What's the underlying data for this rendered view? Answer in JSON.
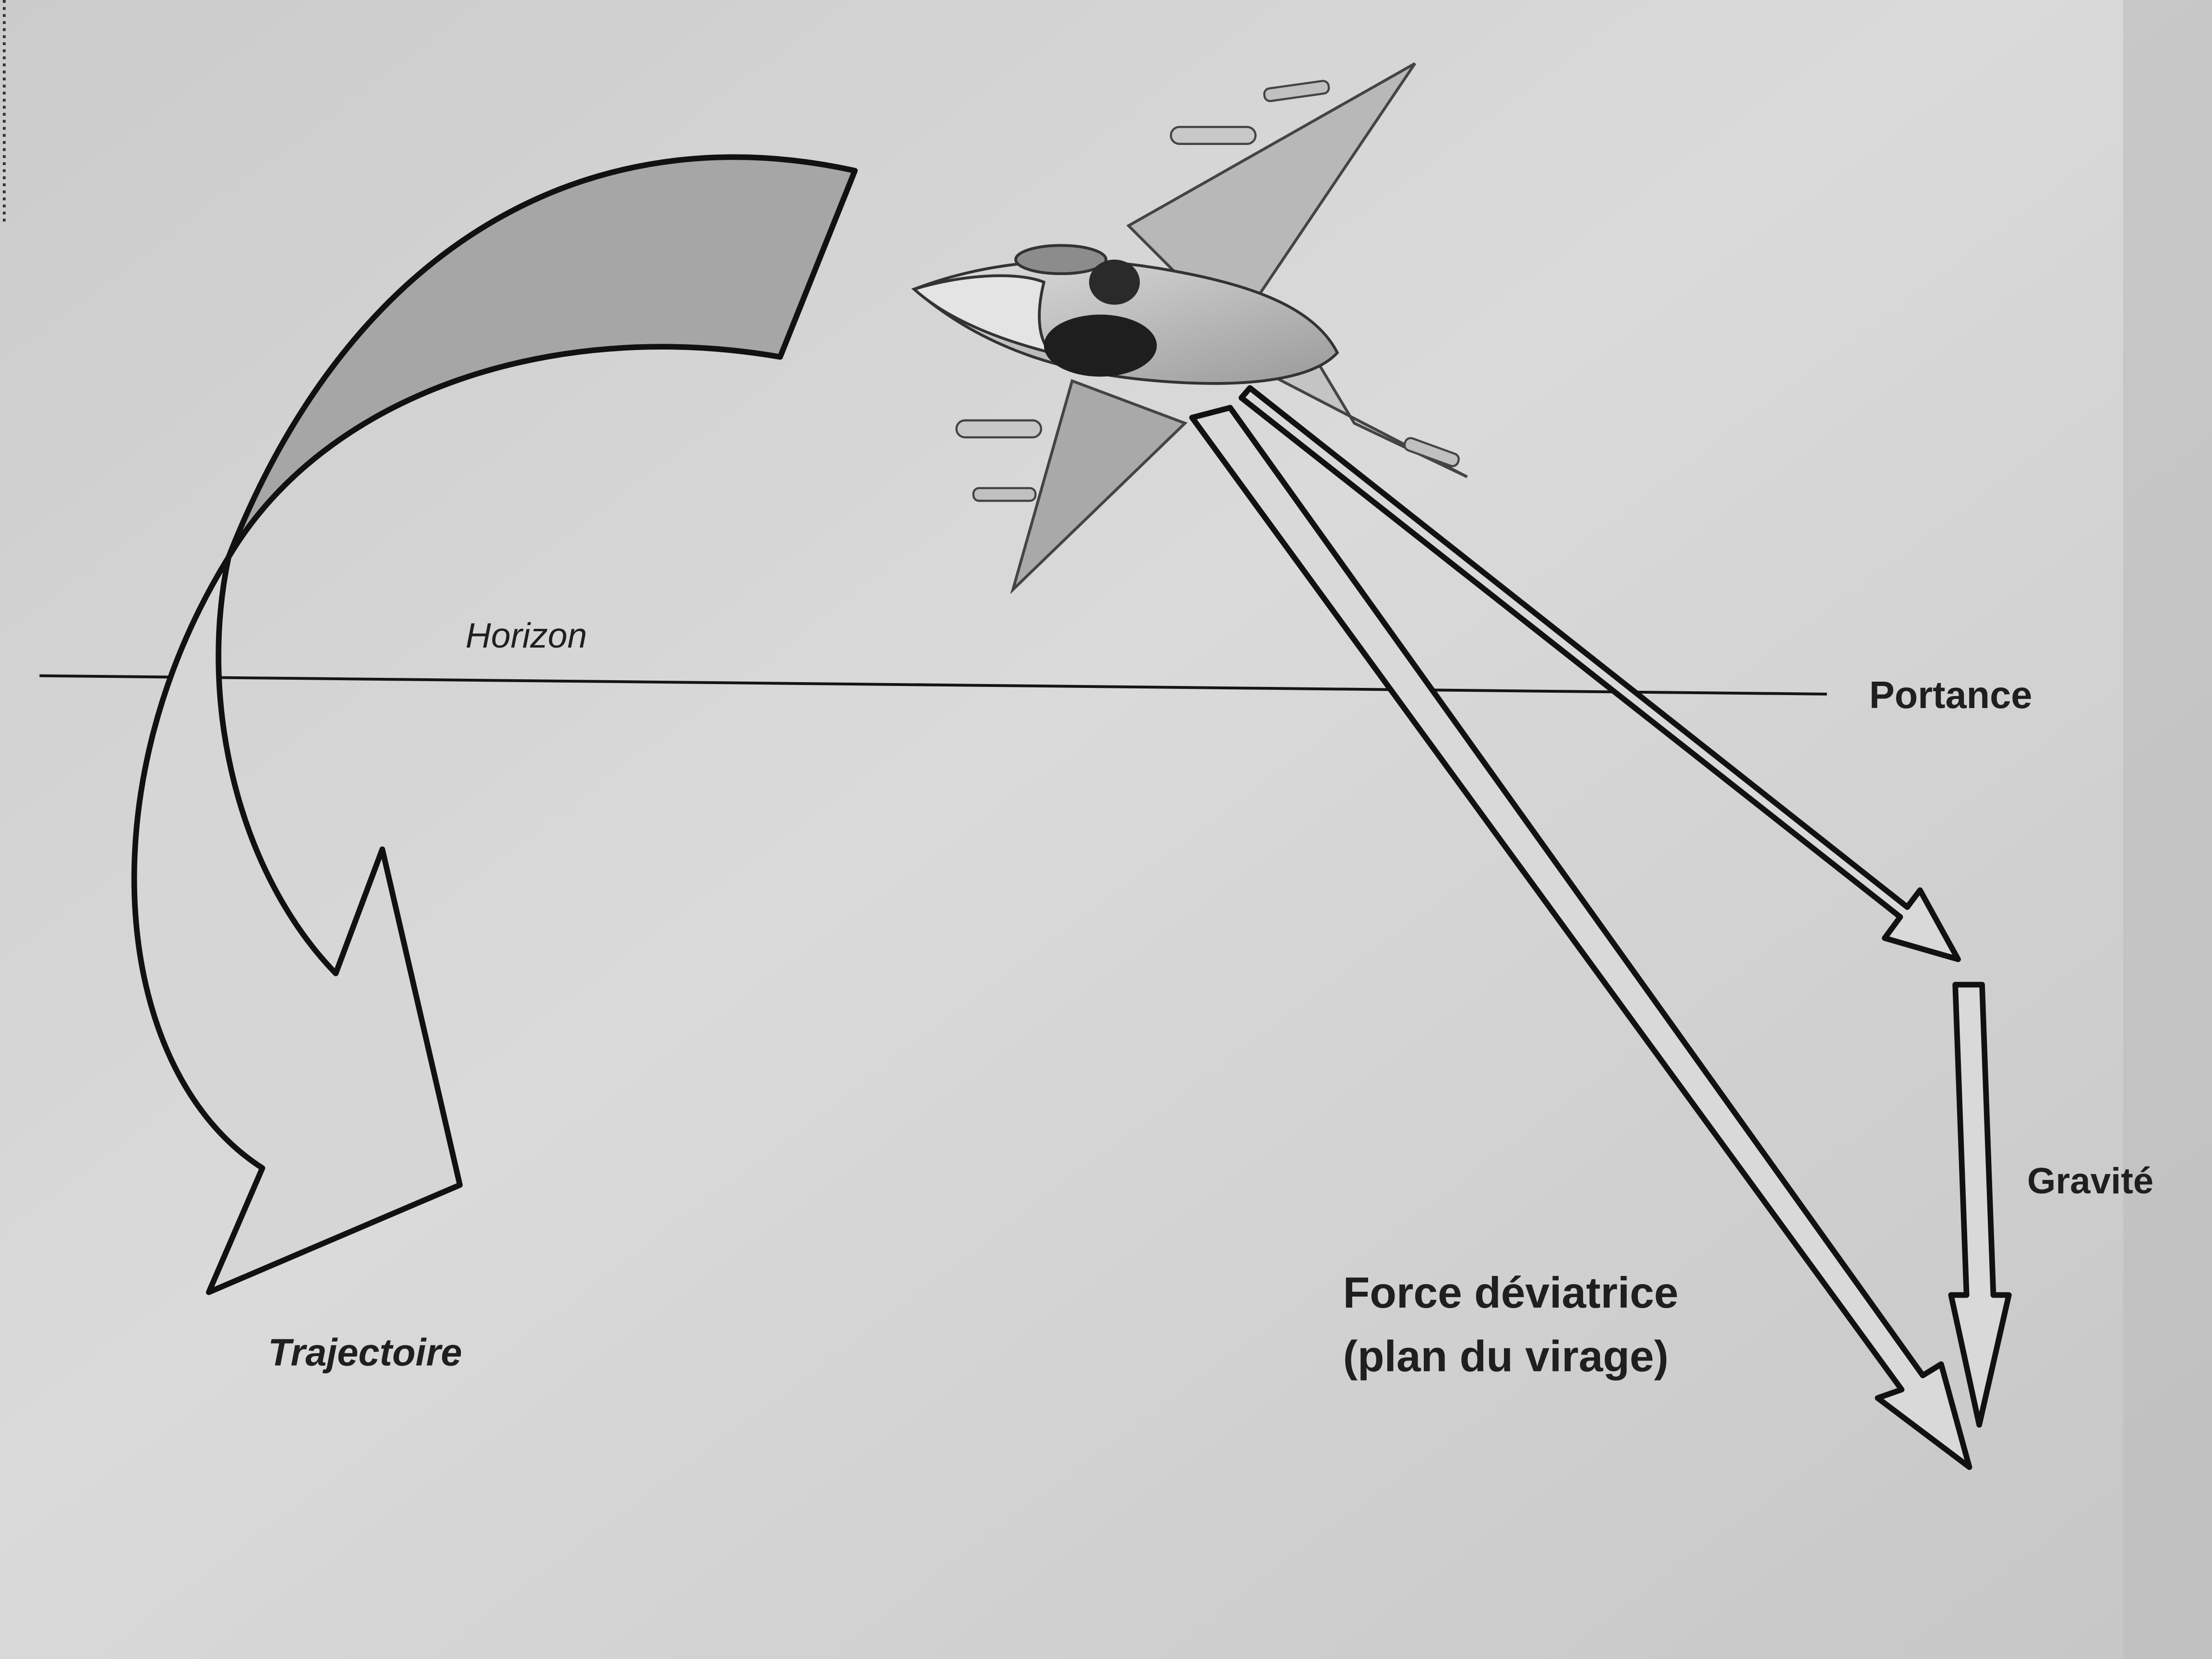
{
  "labels": {
    "horizon": "Horizon",
    "portance": "Portance",
    "gravite": "Gravité",
    "force_line1": "Force déviatrice",
    "force_line2": "(plan du virage)",
    "trajectoire": "Trajectoire"
  },
  "colors": {
    "paper": "#d8d8d8",
    "ink": "#111111",
    "band_fill": "#a6a6a6",
    "aircraft": "#b9b9b9"
  }
}
